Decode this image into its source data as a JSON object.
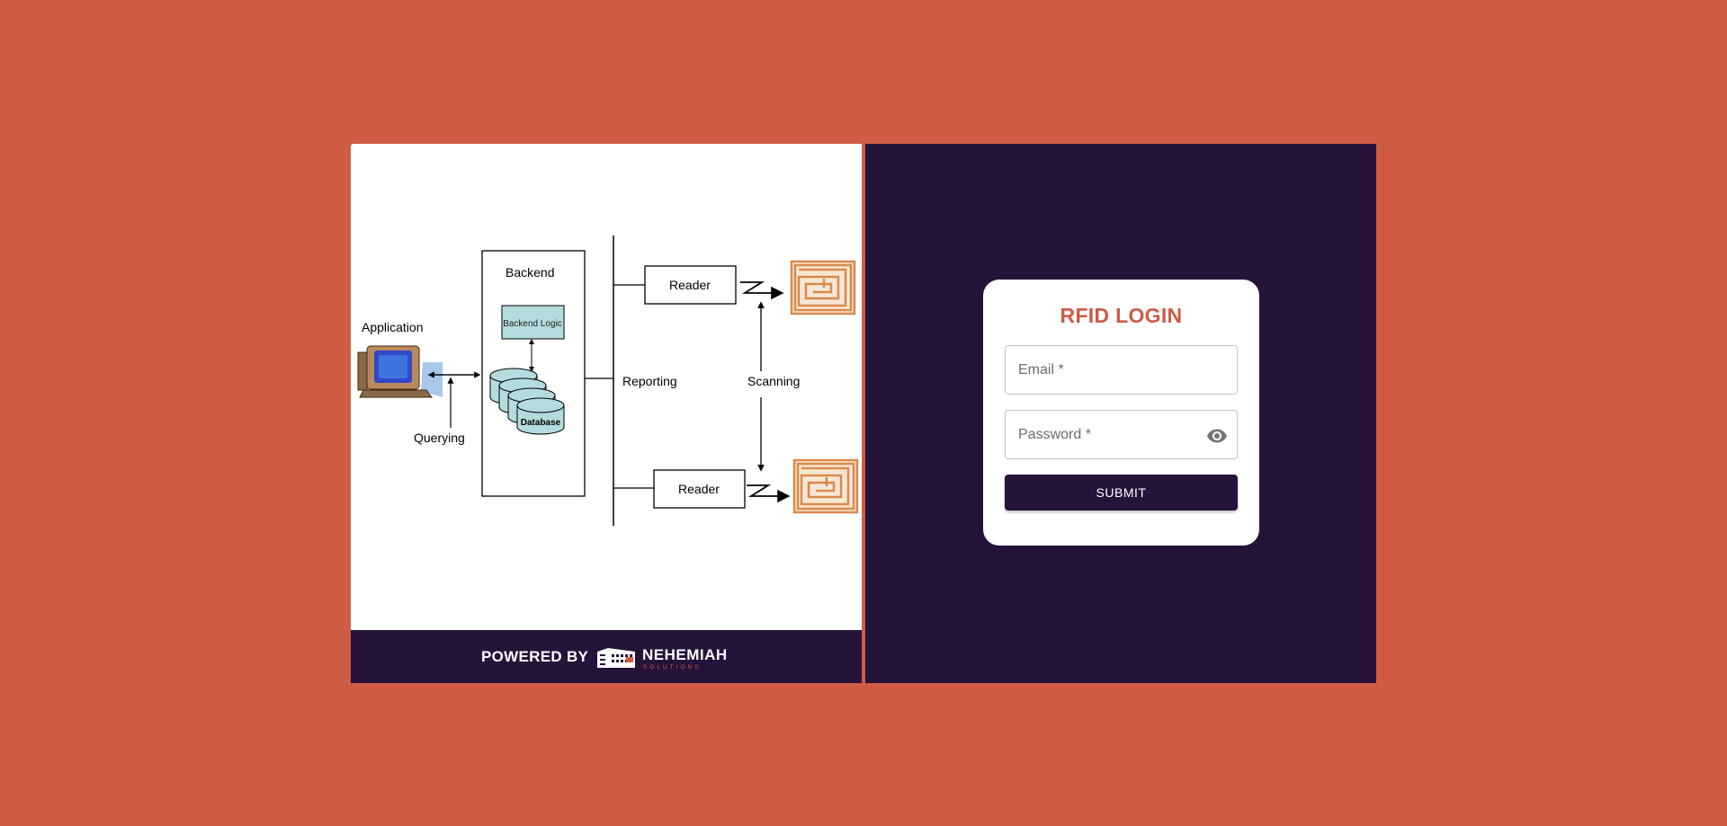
{
  "diagram": {
    "application_label": "Application",
    "querying_label": "Querying",
    "backend_label": "Backend",
    "backend_logic_label": "Backend Logic",
    "database_label": "Database",
    "reporting_label": "Reporting",
    "reader_top_label": "Reader",
    "reader_bottom_label": "Reader",
    "scanning_label": "Scanning"
  },
  "footer": {
    "powered_by": "POWERED BY",
    "logo_name": "NEHEMIAH",
    "logo_sub": "SOLUTIONS"
  },
  "login": {
    "title": "RFID LOGIN",
    "email_placeholder": "Email *",
    "password_placeholder": "Password *",
    "submit_label": "SUBMIT",
    "eye_icon": "visibility-icon"
  },
  "colors": {
    "background": "#d05c44",
    "panel_dark": "#25133a",
    "accent": "#cf5a44"
  }
}
